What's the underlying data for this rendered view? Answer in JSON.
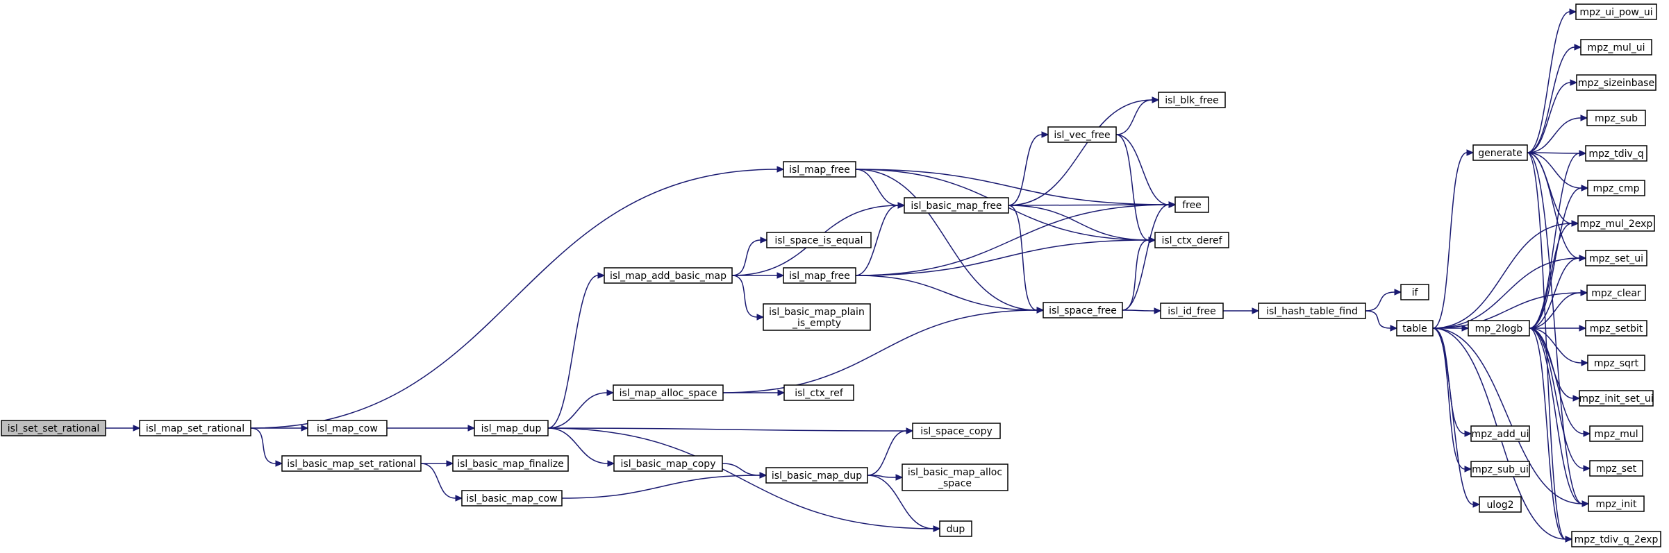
{
  "diagram": {
    "nodes": [
      {
        "id": "n0",
        "label": [
          "isl_set_set_rational"
        ],
        "root": true
      },
      {
        "id": "n1",
        "label": [
          "isl_map_set_rational"
        ]
      },
      {
        "id": "n2",
        "label": [
          "isl_map_free"
        ]
      },
      {
        "id": "n3",
        "label": [
          "isl_map_cow"
        ]
      },
      {
        "id": "n4",
        "label": [
          "isl_basic_map_set_rational"
        ]
      },
      {
        "id": "n5",
        "label": [
          "isl_basic_map_finalize"
        ]
      },
      {
        "id": "n6",
        "label": [
          "isl_basic_map_cow"
        ]
      },
      {
        "id": "n7",
        "label": [
          "isl_map_dup"
        ]
      },
      {
        "id": "n8",
        "label": [
          "isl_map_add_basic_map"
        ]
      },
      {
        "id": "n9",
        "label": [
          "isl_map_alloc_space"
        ]
      },
      {
        "id": "n10",
        "label": [
          "isl_basic_map_copy"
        ]
      },
      {
        "id": "n11",
        "label": [
          "isl_space_is_equal"
        ]
      },
      {
        "id": "n12",
        "label": [
          "isl_map_free"
        ]
      },
      {
        "id": "n13",
        "label": [
          "isl_basic_map_plain",
          "_is_empty"
        ]
      },
      {
        "id": "n14",
        "label": [
          "isl_ctx_ref"
        ]
      },
      {
        "id": "n15",
        "label": [
          "isl_basic_map_dup"
        ]
      },
      {
        "id": "n16",
        "label": [
          "isl_basic_map_free"
        ]
      },
      {
        "id": "n17",
        "label": [
          "isl_space_copy"
        ]
      },
      {
        "id": "n18",
        "label": [
          "isl_basic_map_alloc",
          "_space"
        ]
      },
      {
        "id": "n19",
        "label": [
          "dup"
        ]
      },
      {
        "id": "n20",
        "label": [
          "isl_vec_free"
        ]
      },
      {
        "id": "n21",
        "label": [
          "isl_space_free"
        ]
      },
      {
        "id": "n22",
        "label": [
          "isl_blk_free"
        ]
      },
      {
        "id": "n23",
        "label": [
          "free"
        ]
      },
      {
        "id": "n24",
        "label": [
          "isl_ctx_deref"
        ]
      },
      {
        "id": "n25",
        "label": [
          "isl_id_free"
        ]
      },
      {
        "id": "n26",
        "label": [
          "isl_hash_table_find"
        ]
      },
      {
        "id": "n27",
        "label": [
          "if"
        ]
      },
      {
        "id": "n28",
        "label": [
          "table"
        ]
      },
      {
        "id": "n29",
        "label": [
          "generate"
        ]
      },
      {
        "id": "n30",
        "label": [
          "mp_2logb"
        ]
      },
      {
        "id": "n31",
        "label": [
          "mpz_add_ui"
        ]
      },
      {
        "id": "n32",
        "label": [
          "mpz_sub_ui"
        ]
      },
      {
        "id": "n33",
        "label": [
          "ulog2"
        ]
      },
      {
        "id": "n34",
        "label": [
          "mpz_ui_pow_ui"
        ]
      },
      {
        "id": "n35",
        "label": [
          "mpz_mul_ui"
        ]
      },
      {
        "id": "n36",
        "label": [
          "mpz_sizeinbase"
        ]
      },
      {
        "id": "n37",
        "label": [
          "mpz_sub"
        ]
      },
      {
        "id": "n38",
        "label": [
          "mpz_tdiv_q"
        ]
      },
      {
        "id": "n39",
        "label": [
          "mpz_cmp"
        ]
      },
      {
        "id": "n40",
        "label": [
          "mpz_mul_2exp"
        ]
      },
      {
        "id": "n41",
        "label": [
          "mpz_set_ui"
        ]
      },
      {
        "id": "n42",
        "label": [
          "mpz_clear"
        ]
      },
      {
        "id": "n43",
        "label": [
          "mpz_setbit"
        ]
      },
      {
        "id": "n44",
        "label": [
          "mpz_sqrt"
        ]
      },
      {
        "id": "n45",
        "label": [
          "mpz_init_set_ui"
        ]
      },
      {
        "id": "n46",
        "label": [
          "mpz_mul"
        ]
      },
      {
        "id": "n47",
        "label": [
          "mpz_set"
        ]
      },
      {
        "id": "n48",
        "label": [
          "mpz_init"
        ]
      },
      {
        "id": "n49",
        "label": [
          "mpz_tdiv_q_2exp"
        ]
      }
    ],
    "edges": [
      [
        "n0",
        "n1"
      ],
      [
        "n1",
        "n2"
      ],
      [
        "n1",
        "n3"
      ],
      [
        "n1",
        "n4"
      ],
      [
        "n2",
        "n23"
      ],
      [
        "n2",
        "n16"
      ],
      [
        "n2",
        "n21"
      ],
      [
        "n2",
        "n24"
      ],
      [
        "n3",
        "n7"
      ],
      [
        "n4",
        "n5"
      ],
      [
        "n4",
        "n6"
      ],
      [
        "n6",
        "n15"
      ],
      [
        "n7",
        "n8"
      ],
      [
        "n7",
        "n9"
      ],
      [
        "n7",
        "n17"
      ],
      [
        "n7",
        "n10"
      ],
      [
        "n7",
        "n19"
      ],
      [
        "n8",
        "n16"
      ],
      [
        "n8",
        "n11"
      ],
      [
        "n8",
        "n12"
      ],
      [
        "n8",
        "n13"
      ],
      [
        "n9",
        "n21"
      ],
      [
        "n9",
        "n14"
      ],
      [
        "n10",
        "n15"
      ],
      [
        "n12",
        "n16"
      ],
      [
        "n12",
        "n23"
      ],
      [
        "n12",
        "n21"
      ],
      [
        "n12",
        "n24"
      ],
      [
        "n15",
        "n17"
      ],
      [
        "n15",
        "n18"
      ],
      [
        "n15",
        "n19"
      ],
      [
        "n16",
        "n22"
      ],
      [
        "n16",
        "n20"
      ],
      [
        "n16",
        "n23"
      ],
      [
        "n16",
        "n24"
      ],
      [
        "n16",
        "n21"
      ],
      [
        "n20",
        "n22"
      ],
      [
        "n20",
        "n23"
      ],
      [
        "n20",
        "n24"
      ],
      [
        "n21",
        "n23"
      ],
      [
        "n21",
        "n24"
      ],
      [
        "n21",
        "n25"
      ],
      [
        "n25",
        "n26"
      ],
      [
        "n26",
        "n27"
      ],
      [
        "n26",
        "n28"
      ],
      [
        "n28",
        "n29"
      ],
      [
        "n28",
        "n30"
      ],
      [
        "n28",
        "n31"
      ],
      [
        "n28",
        "n32"
      ],
      [
        "n28",
        "n33"
      ],
      [
        "n28",
        "n40"
      ],
      [
        "n28",
        "n41"
      ],
      [
        "n28",
        "n42"
      ],
      [
        "n28",
        "n48"
      ],
      [
        "n28",
        "n49"
      ],
      [
        "n29",
        "n34"
      ],
      [
        "n29",
        "n35"
      ],
      [
        "n29",
        "n36"
      ],
      [
        "n29",
        "n37"
      ],
      [
        "n29",
        "n38"
      ],
      [
        "n29",
        "n39"
      ],
      [
        "n29",
        "n40"
      ],
      [
        "n29",
        "n41"
      ],
      [
        "n29",
        "n48"
      ],
      [
        "n29",
        "n49"
      ],
      [
        "n30",
        "n38"
      ],
      [
        "n30",
        "n39"
      ],
      [
        "n30",
        "n40"
      ],
      [
        "n30",
        "n41"
      ],
      [
        "n30",
        "n42"
      ],
      [
        "n30",
        "n43"
      ],
      [
        "n30",
        "n44"
      ],
      [
        "n30",
        "n45"
      ],
      [
        "n30",
        "n46"
      ],
      [
        "n30",
        "n47"
      ],
      [
        "n30",
        "n48"
      ],
      [
        "n30",
        "n49"
      ]
    ]
  }
}
